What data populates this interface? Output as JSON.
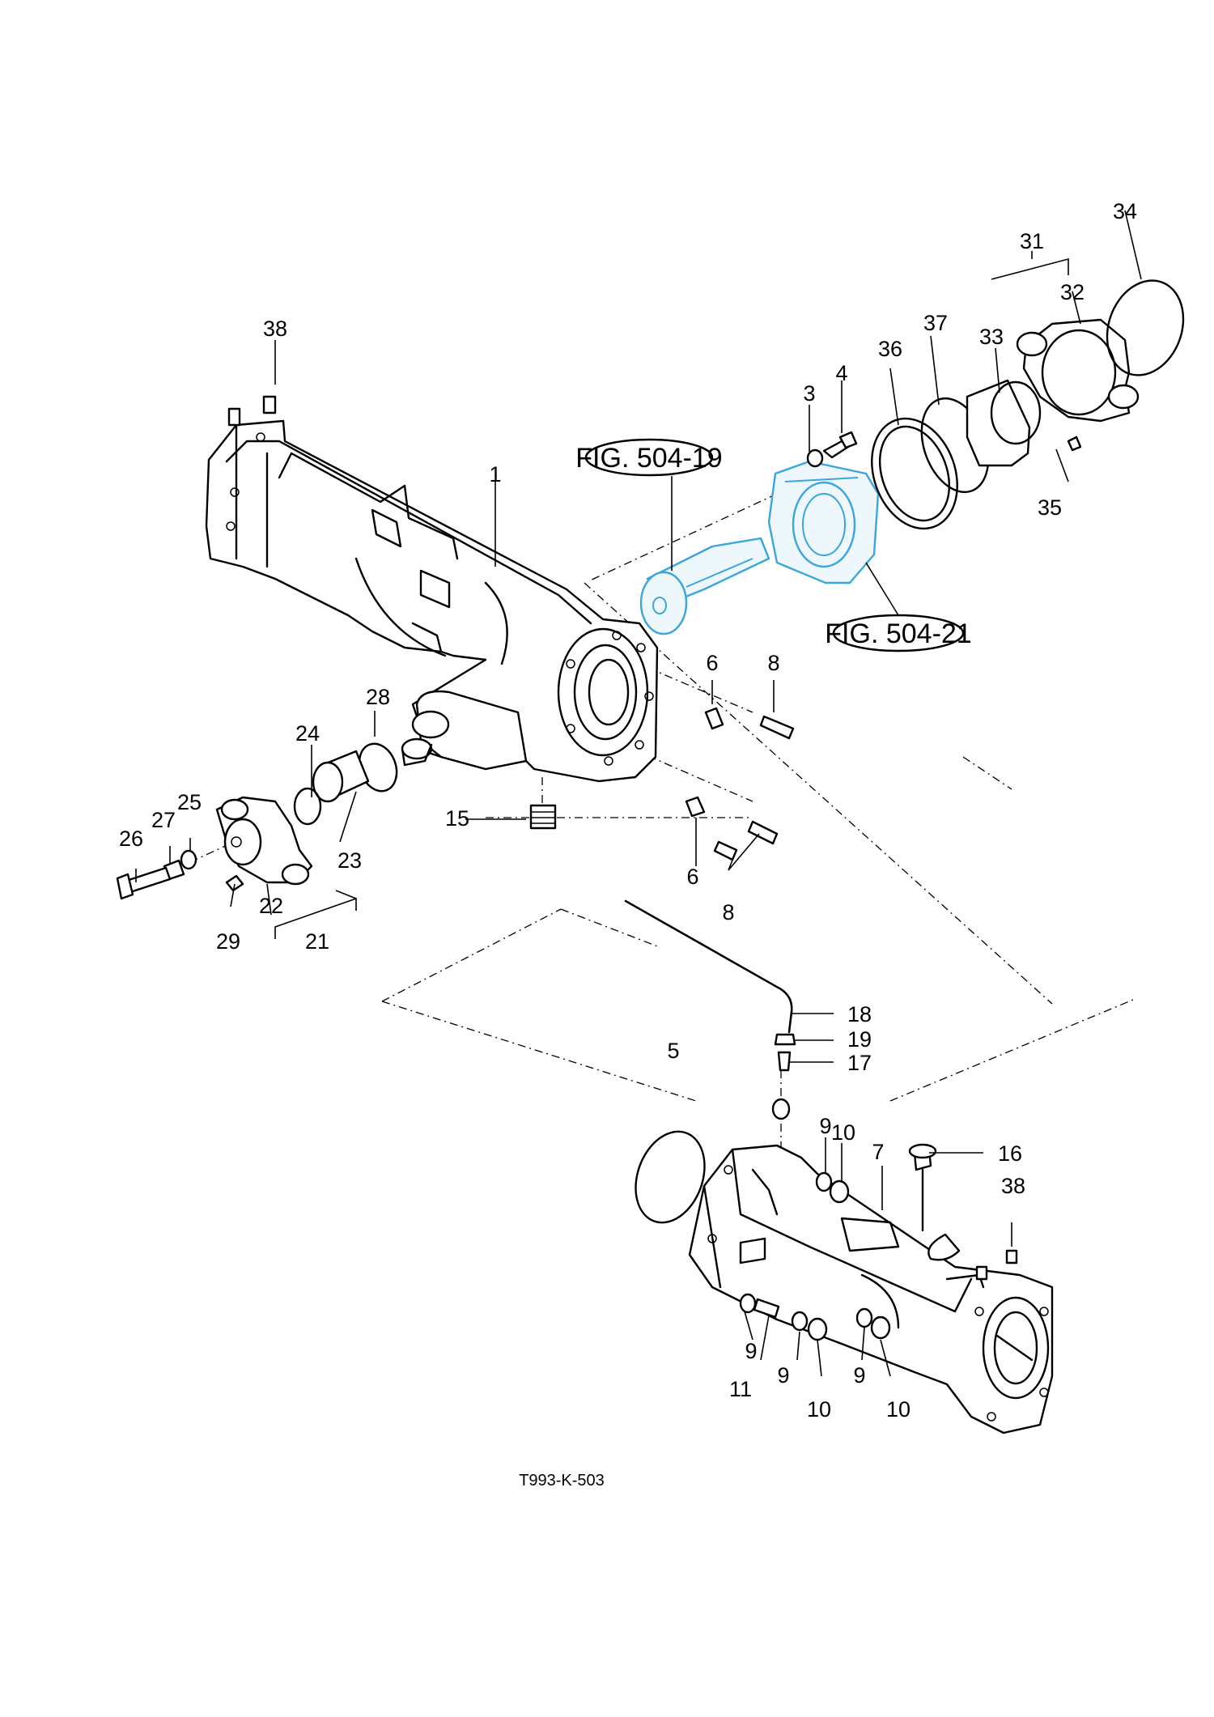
{
  "drawing_code": "T993-K-503",
  "figure_refs": {
    "fig_504_19": "FIG. 504-19",
    "fig_504_21": "FIG. 504-21"
  },
  "callouts": {
    "c1": "1",
    "c3": "3",
    "c4": "4",
    "c5": "5",
    "c6a": "6",
    "c6b": "6",
    "c7": "7",
    "c8a": "8",
    "c8b": "8",
    "c9a": "9",
    "c9b": "9",
    "c9c": "9",
    "c9d": "9",
    "c10a": "10",
    "c10b": "10",
    "c10c": "10",
    "c11": "11",
    "c15": "15",
    "c16": "16",
    "c17": "17",
    "c18": "18",
    "c19": "19",
    "c21": "21",
    "c22": "22",
    "c23": "23",
    "c24": "24",
    "c25": "25",
    "c26": "26",
    "c27": "27",
    "c28": "28",
    "c29": "29",
    "c31": "31",
    "c32": "32",
    "c33": "33",
    "c34": "34",
    "c35": "35",
    "c36": "36",
    "c37": "37",
    "c38a": "38",
    "c38b": "38"
  },
  "colors": {
    "highlight": "#3aa6dd",
    "highlight_fill": "#eef7fc",
    "ink": "#000000",
    "paper": "#ffffff"
  }
}
